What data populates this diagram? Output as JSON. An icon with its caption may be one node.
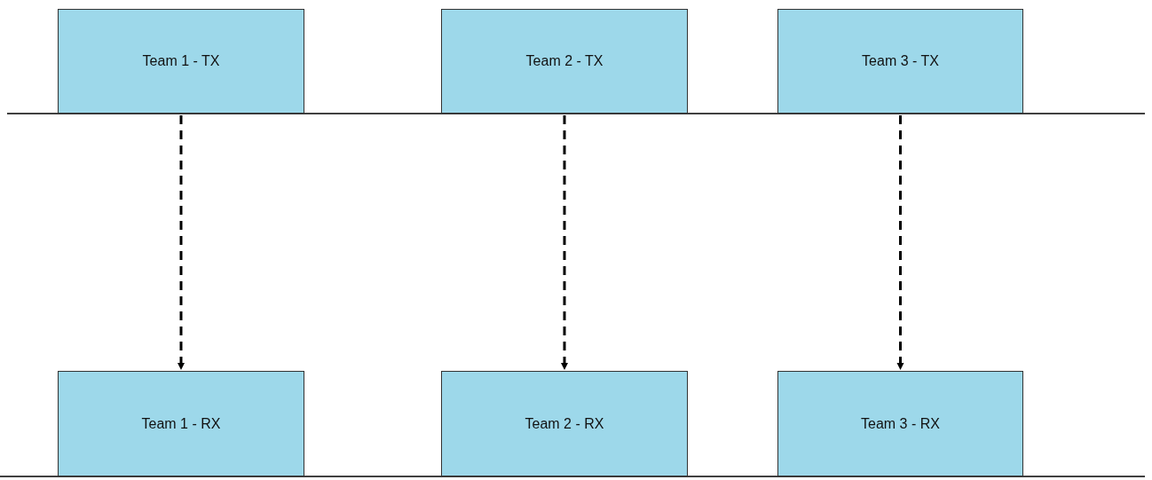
{
  "diagram": {
    "nodes": [
      {
        "text": [
          "Team 1 - TX"
        ]
      },
      {
        "text": [
          "Team 2 - TX"
        ]
      },
      {
        "text": [
          "Team 3 - TX"
        ]
      },
      {
        "text": [
          "Team 1 - RX"
        ]
      },
      {
        "text": [
          "Team 2 - RX"
        ]
      },
      {
        "text": [
          "Team 3 - RX"
        ]
      }
    ],
    "edges": [
      {
        "from": 0,
        "to": 3,
        "arrow": "to",
        "style": "dashed"
      },
      {
        "from": 1,
        "to": 4,
        "arrow": "to",
        "style": "dashed"
      },
      {
        "from": 2,
        "to": 5,
        "arrow": "to",
        "style": "dashed"
      }
    ]
  }
}
